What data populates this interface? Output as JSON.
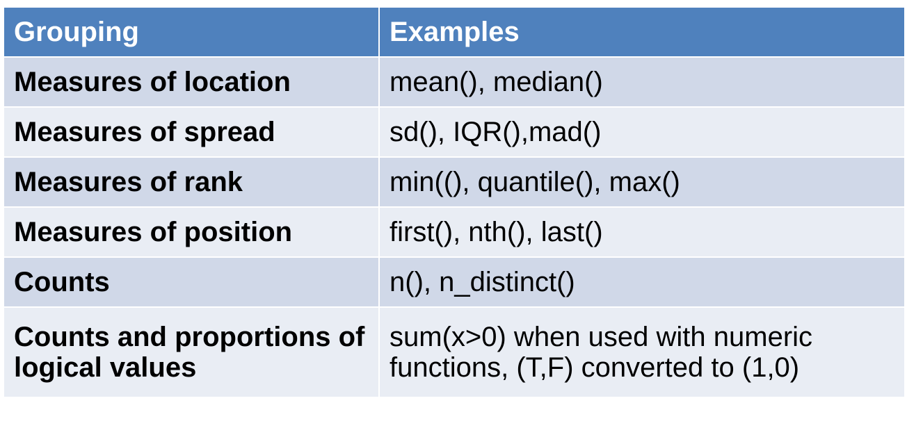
{
  "table": {
    "headers": [
      "Grouping",
      "Examples"
    ],
    "rows": [
      {
        "grouping": "Measures of location",
        "examples": "mean(), median()"
      },
      {
        "grouping": "Measures of spread",
        "examples": "sd(), IQR(),mad()"
      },
      {
        "grouping": "Measures of rank",
        "examples": "min((), quantile(), max()"
      },
      {
        "grouping": "Measures of position",
        "examples": "first(), nth(), last()"
      },
      {
        "grouping": "Counts",
        "examples": "n(), n_distinct()"
      },
      {
        "grouping": "Counts and proportions of logical values",
        "examples": "sum(x>0) when used with numeric functions, (T,F) converted to (1,0)"
      }
    ]
  },
  "colors": {
    "header_bg": "#4f81bd",
    "row_odd_bg": "#d0d8e8",
    "row_even_bg": "#e9edf4"
  }
}
